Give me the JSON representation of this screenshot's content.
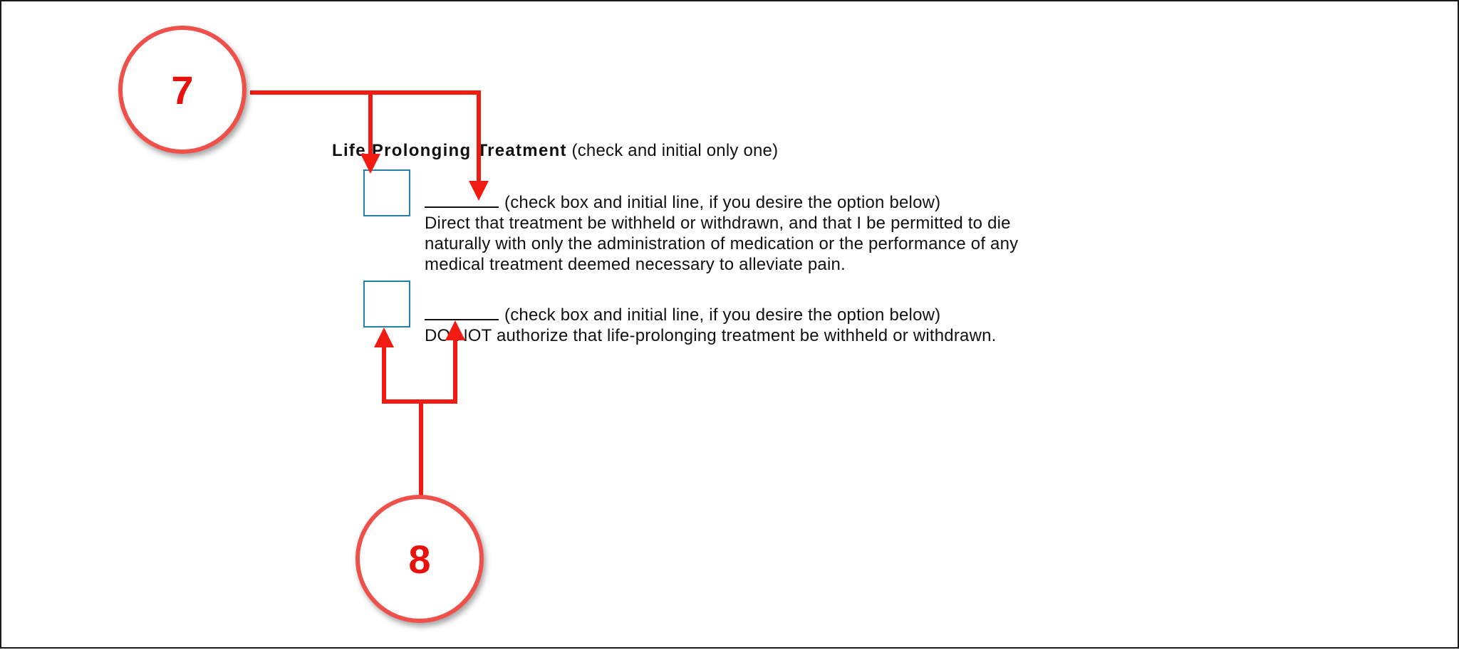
{
  "document": {
    "section_title_bold": "Life Prolonging Treatment",
    "section_title_rest": "(check and initial only one)",
    "option_1": {
      "instruction": "(check box and initial line, if you desire the option below)",
      "line_1": "Direct that treatment be withheld or withdrawn, and that I be permitted to die",
      "line_2": "naturally with only the administration of medication or the performance of any",
      "line_3": "medical treatment deemed necessary to alleviate pain."
    },
    "option_2": {
      "instruction": "(check box and initial line, if you desire the option below)",
      "line_1": "DO NOT authorize that life-prolonging treatment be withheld or withdrawn."
    }
  },
  "callouts": {
    "first": "7",
    "second": "8"
  },
  "colors": {
    "annotation_red": "#e8120c",
    "callout_ring": "#f0504a",
    "checkbox_border": "#2a7fa8"
  }
}
